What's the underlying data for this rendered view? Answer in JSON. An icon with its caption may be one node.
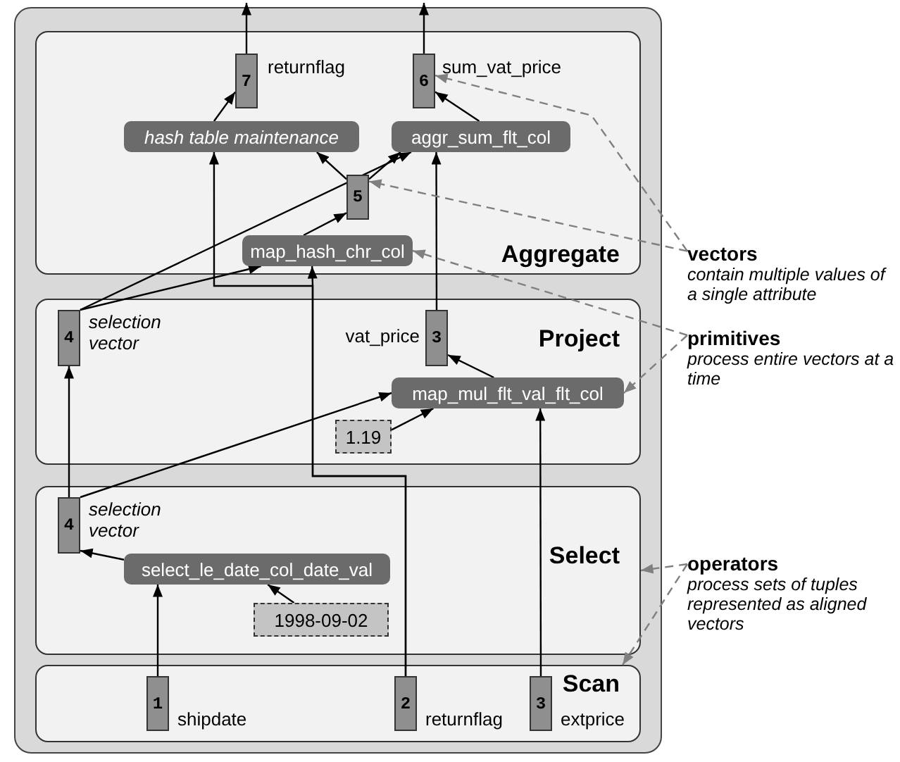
{
  "diagram": {
    "nodes": [
      {
        "text": [],
        "shape": "box"
      },
      {
        "text": [
          "Aggregate"
        ],
        "in": 0
      },
      {
        "text": [
          "7"
        ],
        "beside": [
          "returnflag"
        ],
        "in": 1
      },
      {
        "text": [
          "6"
        ],
        "beside": [
          "sum_vat_price"
        ],
        "in": 1
      },
      {
        "text": [
          "hash table maintenance"
        ],
        "in": 1
      },
      {
        "text": [
          "aggr_sum_flt_col"
        ],
        "in": 1
      },
      {
        "text": [
          "5"
        ],
        "in": 1
      },
      {
        "text": [
          "map_hash_chr_col"
        ],
        "in": 1
      },
      {
        "text": [
          "vectors",
          "contain multiple values of a single attribute"
        ]
      },
      {
        "text": [
          "Project"
        ],
        "in": 0
      },
      {
        "text": [
          "4"
        ],
        "beside": [
          "selection vector"
        ],
        "in": 9
      },
      {
        "text": [
          "3"
        ],
        "beside": [
          "vat_price"
        ],
        "in": 9
      },
      {
        "text": [
          "map_mul_flt_val_flt_col"
        ],
        "in": 9
      },
      {
        "text": [
          "1.19"
        ],
        "in": 9
      },
      {
        "text": [
          "primitives",
          "process entire vectors at a time"
        ]
      },
      {
        "text": [
          "Select"
        ],
        "in": 0
      },
      {
        "text": [
          "4"
        ],
        "beside": [
          "selection vector"
        ],
        "in": 15
      },
      {
        "text": [
          "select_le_date_col_date_val"
        ],
        "in": 15
      },
      {
        "text": [
          "1998-09-02"
        ],
        "in": 15
      },
      {
        "text": [
          "operators",
          "process sets of tuples represented as aligned vectors"
        ]
      },
      {
        "text": [
          "Scan"
        ],
        "in": 0
      },
      {
        "text": [
          "1"
        ],
        "beside": [
          "shipdate"
        ],
        "in": 20
      },
      {
        "text": [
          "2"
        ],
        "beside": [
          "returnflag"
        ],
        "in": 20
      },
      {
        "text": [
          "3"
        ],
        "beside": [
          "extprice"
        ],
        "in": 20
      }
    ],
    "edges": [
      {
        "from": 2,
        "to": null,
        "arrow": "to"
      },
      {
        "from": 3,
        "to": null,
        "arrow": "to"
      },
      {
        "from": 4,
        "to": 2,
        "arrow": "to"
      },
      {
        "from": 5,
        "to": 3,
        "arrow": "to"
      },
      {
        "from": 6,
        "to": 4,
        "arrow": "to"
      },
      {
        "from": 6,
        "to": 5,
        "arrow": "to"
      },
      {
        "from": 7,
        "to": 6,
        "arrow": "to"
      },
      {
        "from": 10,
        "to": 5,
        "arrow": "to"
      },
      {
        "from": 10,
        "to": 7,
        "arrow": "to"
      },
      {
        "from": 22,
        "to": 7,
        "arrow": "to"
      },
      {
        "from": 22,
        "to": 4,
        "arrow": "to"
      },
      {
        "from": 23,
        "to": 12,
        "arrow": "to"
      },
      {
        "from": 12,
        "to": 11,
        "arrow": "to"
      },
      {
        "from": 11,
        "to": 5,
        "arrow": "to"
      },
      {
        "from": 16,
        "to": 12,
        "arrow": "to"
      },
      {
        "from": 16,
        "to": 10,
        "arrow": "to"
      },
      {
        "from": 13,
        "to": 12,
        "arrow": "to"
      },
      {
        "from": 17,
        "to": 16,
        "arrow": "to"
      },
      {
        "from": 21,
        "to": 17,
        "arrow": "to"
      },
      {
        "from": 18,
        "to": 17,
        "arrow": "to"
      },
      {
        "from": 8,
        "to": 3,
        "arrow": "to",
        "style": "dashed",
        "color": "#808080"
      },
      {
        "from": 8,
        "to": 6,
        "arrow": "to",
        "style": "dashed",
        "color": "#808080"
      },
      {
        "from": 14,
        "to": 7,
        "arrow": "to",
        "style": "dashed",
        "color": "#808080"
      },
      {
        "from": 14,
        "to": 12,
        "arrow": "to",
        "style": "dashed",
        "color": "#808080"
      },
      {
        "from": 19,
        "to": 15,
        "arrow": "to",
        "style": "dashed",
        "color": "#808080"
      },
      {
        "from": 19,
        "to": 20,
        "arrow": "to",
        "style": "dashed",
        "color": "#808080"
      }
    ]
  }
}
